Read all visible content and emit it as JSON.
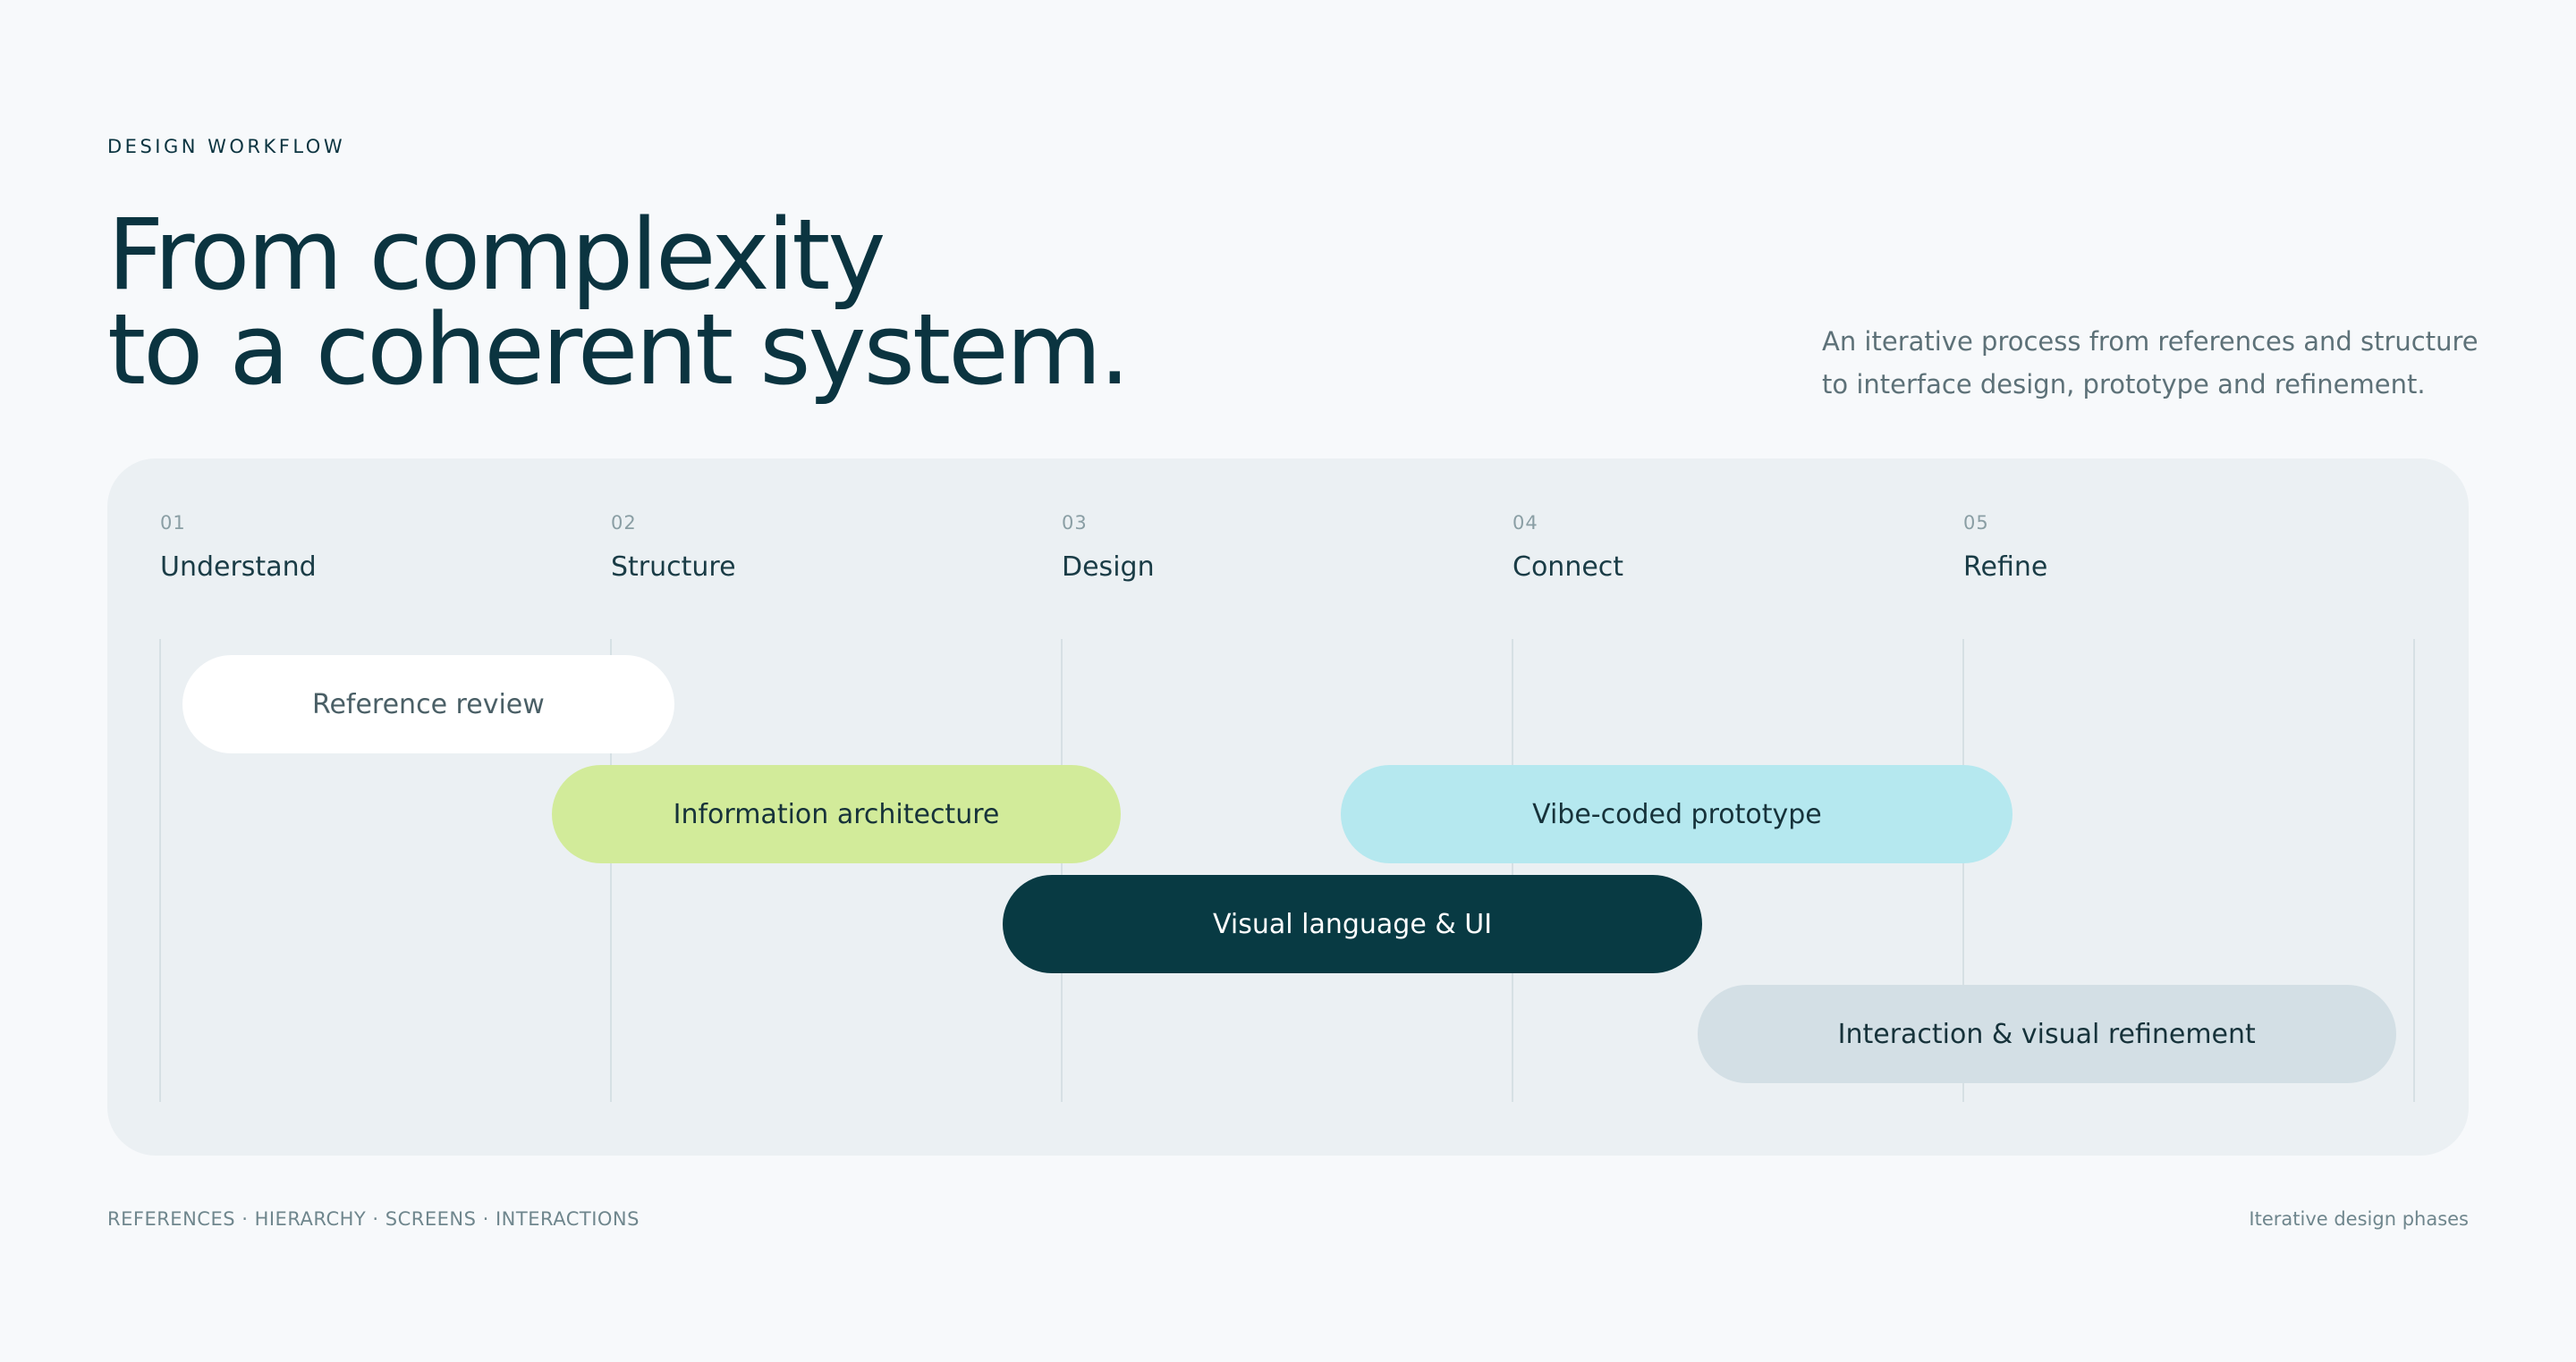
{
  "eyebrow": "DESIGN WORKFLOW",
  "headline": {
    "line1": "From complexity",
    "line2": "to a coherent system."
  },
  "intro": {
    "line1": "An iterative process from references and structure",
    "line2": "to interface design, prototype and refinement."
  },
  "phases": [
    {
      "num": "01",
      "name": "Understand"
    },
    {
      "num": "02",
      "name": "Structure"
    },
    {
      "num": "03",
      "name": "Design"
    },
    {
      "num": "04",
      "name": "Connect"
    },
    {
      "num": "05",
      "name": "Refine"
    }
  ],
  "bars": [
    {
      "label": "Reference review",
      "start": 0.05,
      "end": 1.14,
      "row": 0,
      "fill": "#ffffff",
      "text_color": "#4a5f66"
    },
    {
      "label": "Information architecture",
      "start": 0.87,
      "end": 2.13,
      "row": 1,
      "fill": "#d2eb9a",
      "text_color": "#16323a"
    },
    {
      "label": "Vibe-coded prototype",
      "start": 2.62,
      "end": 4.11,
      "row": 1,
      "fill": "#b5e8ef",
      "text_color": "#16323a"
    },
    {
      "label": "Visual language & UI",
      "start": 1.87,
      "end": 3.42,
      "row": 2,
      "fill": "#083a43",
      "text_color": "#ffffff"
    },
    {
      "label": "Interaction & visual refinement",
      "start": 3.41,
      "end": 4.96,
      "row": 3,
      "fill": "#d3dfe5",
      "text_color": "#16323a"
    }
  ],
  "footer": {
    "left": "REFERENCES · HIERARCHY · SCREENS · INTERACTIONS",
    "right": "Iterative design phases"
  }
}
